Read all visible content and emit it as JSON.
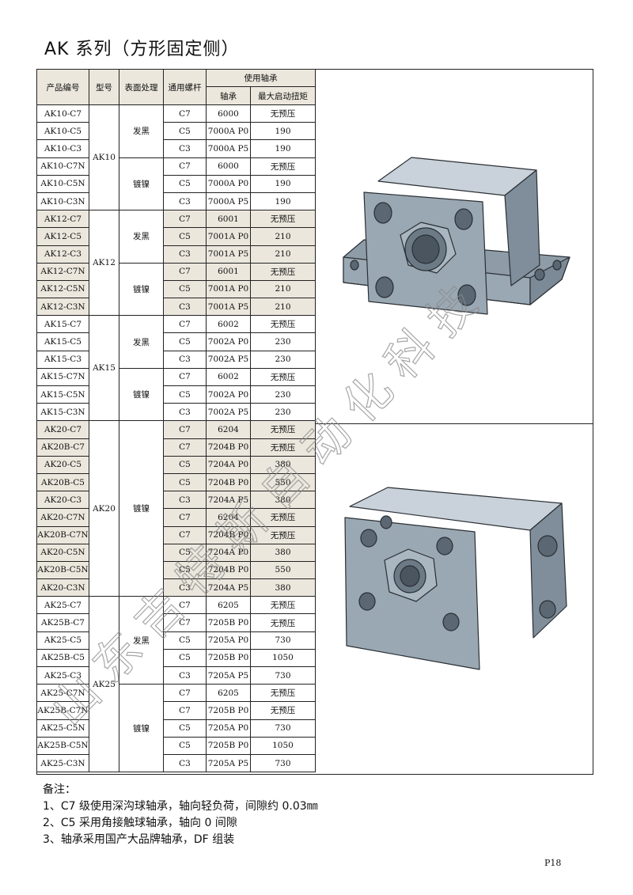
{
  "title": "AK 系列（方形固定侧）",
  "table": {
    "headers": {
      "product_code": "产品编号",
      "model": "型号",
      "surface": "表面处理",
      "screw": "通用螺杆",
      "bearing_group": "使用轴承",
      "bearing": "轴承",
      "torque": "最大启动扭矩"
    },
    "rows": [
      {
        "code": "AK10-C7",
        "model": "AK10",
        "surface": "发黑",
        "screw": "C7",
        "bearing": "6000",
        "torque": "无预压"
      },
      {
        "code": "AK10-C5",
        "model": "AK10",
        "surface": "发黑",
        "screw": "C5",
        "bearing": "7000A P0",
        "torque": "190"
      },
      {
        "code": "AK10-C3",
        "model": "AK10",
        "surface": "发黑",
        "screw": "C3",
        "bearing": "7000A P5",
        "torque": "190"
      },
      {
        "code": "AK10-C7N",
        "model": "AK10",
        "surface": "镀镍",
        "screw": "C7",
        "bearing": "6000",
        "torque": "无预压"
      },
      {
        "code": "AK10-C5N",
        "model": "AK10",
        "surface": "镀镍",
        "screw": "C5",
        "bearing": "7000A P0",
        "torque": "190"
      },
      {
        "code": "AK10-C3N",
        "model": "AK10",
        "surface": "镀镍",
        "screw": "C3",
        "bearing": "7000A P5",
        "torque": "190"
      },
      {
        "code": "AK12-C7",
        "model": "AK12",
        "surface": "发黑",
        "screw": "C7",
        "bearing": "6001",
        "torque": "无预压"
      },
      {
        "code": "AK12-C5",
        "model": "AK12",
        "surface": "发黑",
        "screw": "C5",
        "bearing": "7001A P0",
        "torque": "210"
      },
      {
        "code": "AK12-C3",
        "model": "AK12",
        "surface": "发黑",
        "screw": "C3",
        "bearing": "7001A P5",
        "torque": "210"
      },
      {
        "code": "AK12-C7N",
        "model": "AK12",
        "surface": "镀镍",
        "screw": "C7",
        "bearing": "6001",
        "torque": "无预压"
      },
      {
        "code": "AK12-C5N",
        "model": "AK12",
        "surface": "镀镍",
        "screw": "C5",
        "bearing": "7001A P0",
        "torque": "210"
      },
      {
        "code": "AK12-C3N",
        "model": "AK12",
        "surface": "镀镍",
        "screw": "C3",
        "bearing": "7001A P5",
        "torque": "210"
      },
      {
        "code": "AK15-C7",
        "model": "AK15",
        "surface": "发黑",
        "screw": "C7",
        "bearing": "6002",
        "torque": "无预压"
      },
      {
        "code": "AK15-C5",
        "model": "AK15",
        "surface": "发黑",
        "screw": "C5",
        "bearing": "7002A P0",
        "torque": "230"
      },
      {
        "code": "AK15-C3",
        "model": "AK15",
        "surface": "发黑",
        "screw": "C3",
        "bearing": "7002A P5",
        "torque": "230"
      },
      {
        "code": "AK15-C7N",
        "model": "AK15",
        "surface": "镀镍",
        "screw": "C7",
        "bearing": "6002",
        "torque": "无预压"
      },
      {
        "code": "AK15-C5N",
        "model": "AK15",
        "surface": "镀镍",
        "screw": "C5",
        "bearing": "7002A P0",
        "torque": "230"
      },
      {
        "code": "AK15-C3N",
        "model": "AK15",
        "surface": "镀镍",
        "screw": "C3",
        "bearing": "7002A P5",
        "torque": "230"
      },
      {
        "code": "AK20-C7",
        "model": "AK20",
        "surface": "镀镍",
        "screw": "C7",
        "bearing": "6204",
        "torque": "无预压"
      },
      {
        "code": "AK20B-C7",
        "model": "AK20",
        "surface": "镀镍",
        "screw": "C7",
        "bearing": "7204B P0",
        "torque": "无预压"
      },
      {
        "code": "AK20-C5",
        "model": "AK20",
        "surface": "镀镍",
        "screw": "C5",
        "bearing": "7204A P0",
        "torque": "380"
      },
      {
        "code": "AK20B-C5",
        "model": "AK20",
        "surface": "镀镍",
        "screw": "C5",
        "bearing": "7204B P0",
        "torque": "550"
      },
      {
        "code": "AK20-C3",
        "model": "AK20",
        "surface": "镀镍",
        "screw": "C3",
        "bearing": "7204A P5",
        "torque": "380"
      },
      {
        "code": "AK20-C7N",
        "model": "AK20",
        "surface": "镀镍",
        "screw": "C7",
        "bearing": "6204",
        "torque": "无预压"
      },
      {
        "code": "AK20B-C7N",
        "model": "AK20",
        "surface": "镀镍",
        "screw": "C7",
        "bearing": "7204B P0",
        "torque": "无预压"
      },
      {
        "code": "AK20-C5N",
        "model": "AK20",
        "surface": "镀镍",
        "screw": "C5",
        "bearing": "7204A P0",
        "torque": "380"
      },
      {
        "code": "AK20B-C5N",
        "model": "AK20",
        "surface": "镀镍",
        "screw": "C5",
        "bearing": "7204B P0",
        "torque": "550"
      },
      {
        "code": "AK20-C3N",
        "model": "AK20",
        "surface": "镀镍",
        "screw": "C3",
        "bearing": "7204A P5",
        "torque": "380"
      },
      {
        "code": "AK25-C7",
        "model": "AK25",
        "surface": "发黑",
        "screw": "C7",
        "bearing": "6205",
        "torque": "无预压"
      },
      {
        "code": "AK25B-C7",
        "model": "AK25",
        "surface": "发黑",
        "screw": "C7",
        "bearing": "7205B P0",
        "torque": "无预压"
      },
      {
        "code": "AK25-C5",
        "model": "AK25",
        "surface": "发黑",
        "screw": "C5",
        "bearing": "7205A P0",
        "torque": "730"
      },
      {
        "code": "AK25B-C5",
        "model": "AK25",
        "surface": "发黑",
        "screw": "C5",
        "bearing": "7205B P0",
        "torque": "1050"
      },
      {
        "code": "AK25-C3",
        "model": "AK25",
        "surface": "发黑",
        "screw": "C3",
        "bearing": "7205A P5",
        "torque": "730"
      },
      {
        "code": "AK25-C7N",
        "model": "AK25",
        "surface": "镀镍",
        "screw": "C7",
        "bearing": "6205",
        "torque": "无预压"
      },
      {
        "code": "AK25B-C7N",
        "model": "AK25",
        "surface": "镀镍",
        "screw": "C7",
        "bearing": "7205B P0",
        "torque": "无预压"
      },
      {
        "code": "AK25-C5N",
        "model": "AK25",
        "surface": "镀镍",
        "screw": "C5",
        "bearing": "7205A P0",
        "torque": "730"
      },
      {
        "code": "AK25B-C5N",
        "model": "AK25",
        "surface": "镀镍",
        "screw": "C5",
        "bearing": "7205B P0",
        "torque": "1050"
      },
      {
        "code": "AK25-C3N",
        "model": "AK25",
        "surface": "镀镍",
        "screw": "C3",
        "bearing": "7205A P5",
        "torque": "730"
      }
    ],
    "model_groups": [
      {
        "label": "AK10",
        "span": 6
      },
      {
        "label": "AK12",
        "span": 6
      },
      {
        "label": "AK15",
        "span": 6
      },
      {
        "label": "AK20",
        "span": 10
      },
      {
        "label": "AK25",
        "span": 10
      }
    ],
    "surface_groups": [
      {
        "label": "发黑",
        "span": 3
      },
      {
        "label": "镀镍",
        "span": 3
      },
      {
        "label": "发黑",
        "span": 3
      },
      {
        "label": "镀镍",
        "span": 3
      },
      {
        "label": "发黑",
        "span": 3
      },
      {
        "label": "镀镍",
        "span": 3
      },
      {
        "label": "镀镍",
        "span": 10
      },
      {
        "label": "发黑",
        "span": 5
      },
      {
        "label": "镀镍",
        "span": 5
      }
    ],
    "tinted_models": [
      "AK12",
      "AK20"
    ]
  },
  "watermark": "山东吉特斯自动化科技",
  "notes": {
    "heading": "备注：",
    "items": [
      "1、C7 级使用深沟球轴承，轴向轻负荷，间隙约 0.03㎜",
      "2、C5 采用角接触球轴承，轴向 0 间隙",
      "3、轴承采用国产大品牌轴承，DF 组装"
    ]
  },
  "page_number": "P18",
  "colors": {
    "header_tint": "#ece7dd",
    "part_face": "#9aa8b3",
    "part_top": "#c9d2da",
    "part_side": "#7b8a96",
    "part_edge": "#2a2f34",
    "watermark": "#8a8a8a"
  }
}
